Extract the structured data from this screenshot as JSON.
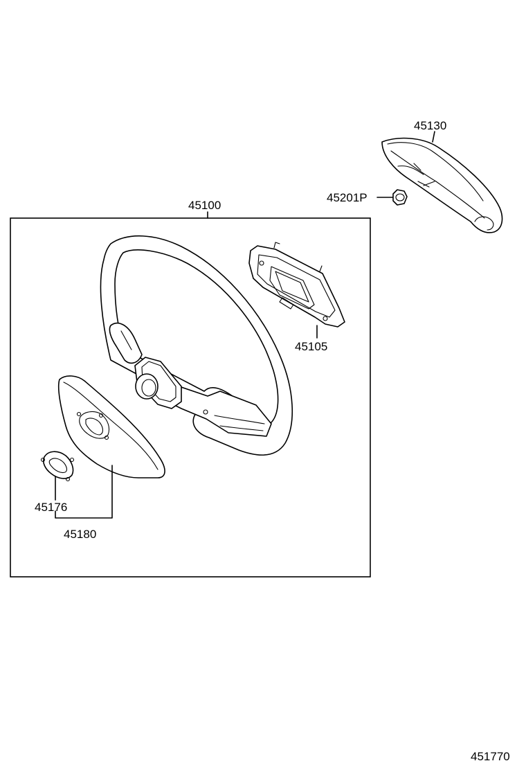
{
  "diagram": {
    "labels": {
      "steering_wheel_assy": "45100",
      "cover": "45130",
      "nut": "45201P",
      "bracket": "45105",
      "ring": "45176",
      "pad_assy": "45180",
      "figure_number": "451770"
    }
  }
}
